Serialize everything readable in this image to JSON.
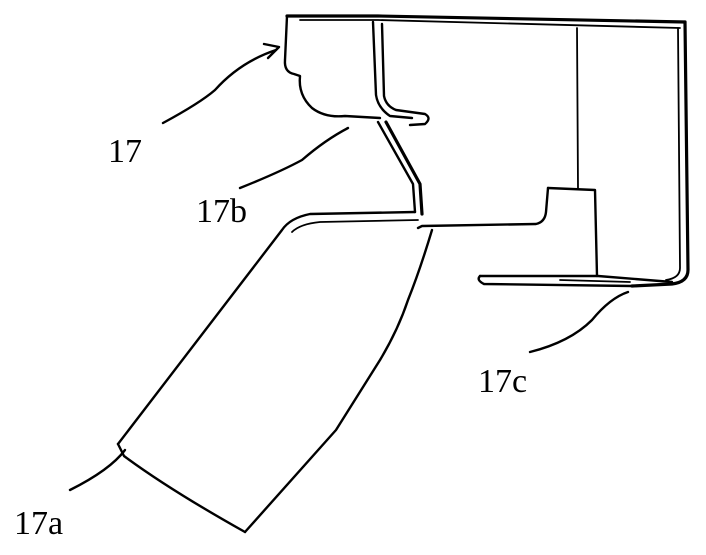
{
  "labels": {
    "part_17": "17",
    "part_17a": "17a",
    "part_17b": "17b",
    "part_17c": "17c"
  },
  "colors": {
    "ink": "#000000",
    "background": "#ffffff"
  }
}
